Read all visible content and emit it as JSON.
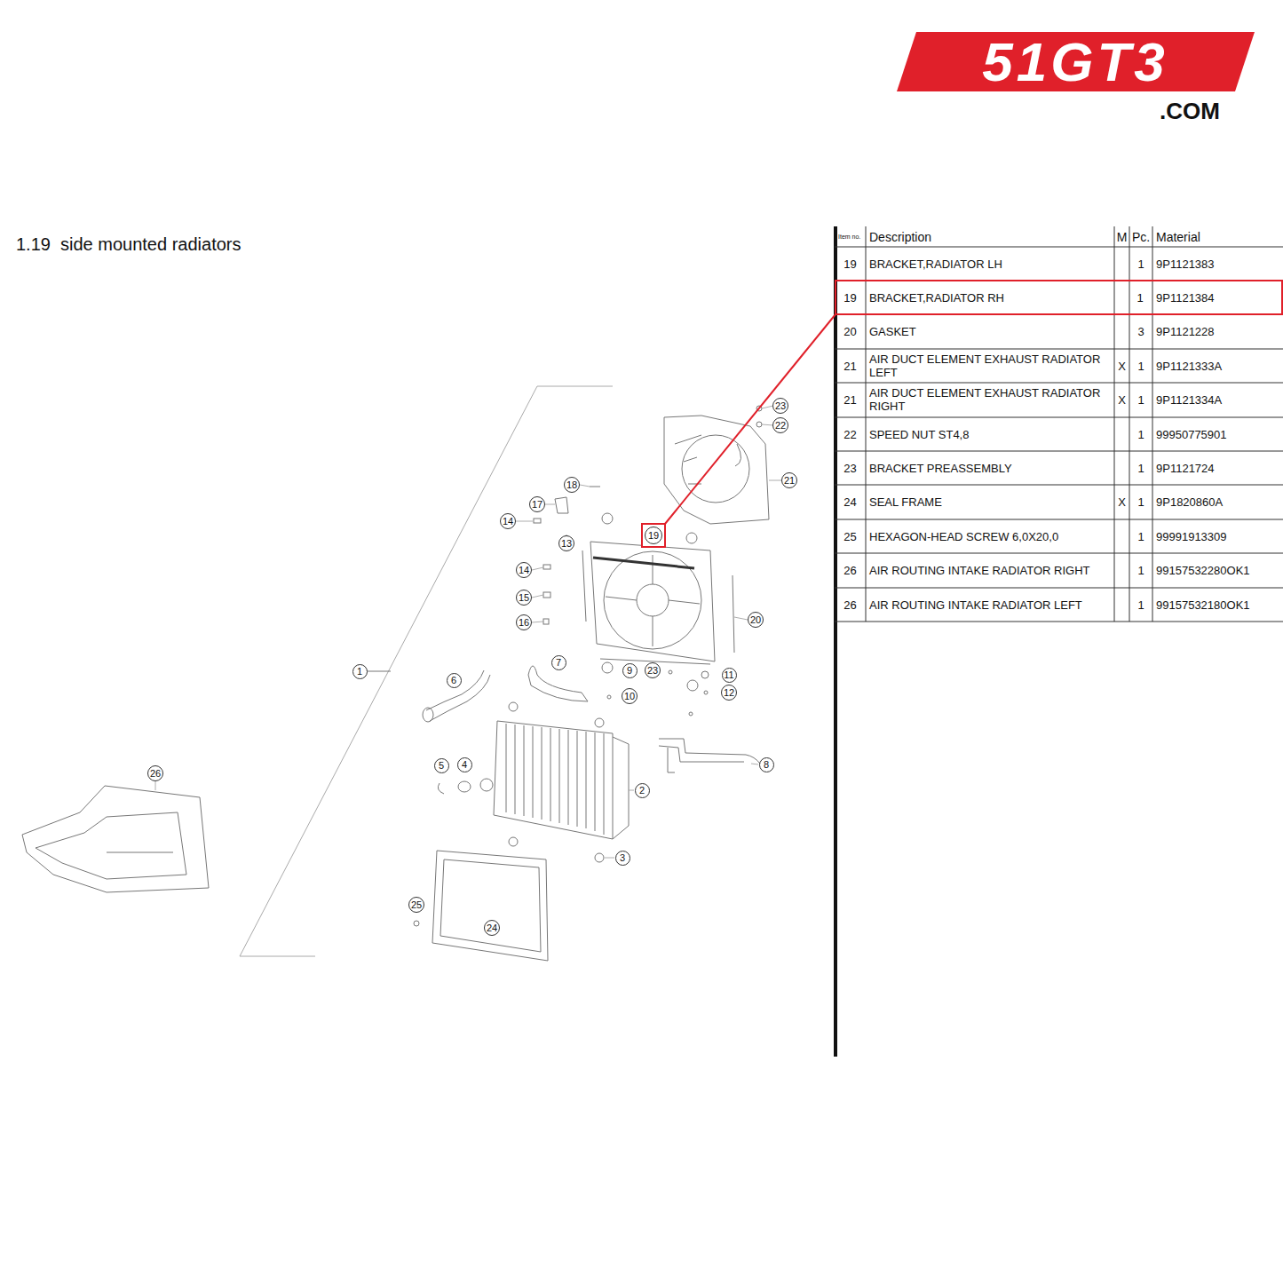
{
  "diagram": {
    "title": "1.19  side mounted radiators",
    "nodes": [
      {
        "text": [
          "23"
        ]
      },
      {
        "text": [
          "22"
        ]
      },
      {
        "text": [
          "21"
        ]
      },
      {
        "text": [
          "18"
        ]
      },
      {
        "text": [
          "17"
        ]
      },
      {
        "text": [
          "14"
        ]
      },
      {
        "text": [
          "19"
        ]
      },
      {
        "text": [
          "13"
        ]
      },
      {
        "text": [
          "14"
        ]
      },
      {
        "text": [
          "15"
        ]
      },
      {
        "text": [
          "20"
        ]
      },
      {
        "text": [
          "16"
        ]
      },
      {
        "text": [
          "7"
        ]
      },
      {
        "text": [
          "9"
        ]
      },
      {
        "text": [
          "23"
        ]
      },
      {
        "text": [
          "1"
        ]
      },
      {
        "text": [
          "11"
        ]
      },
      {
        "text": [
          "6"
        ]
      },
      {
        "text": [
          "12"
        ]
      },
      {
        "text": [
          "10"
        ]
      },
      {
        "text": [
          "4"
        ]
      },
      {
        "text": [
          "8"
        ]
      },
      {
        "text": [
          "5"
        ]
      },
      {
        "text": [
          "26"
        ]
      },
      {
        "text": [
          "2"
        ]
      },
      {
        "text": [
          "3"
        ]
      },
      {
        "text": [
          "25"
        ]
      },
      {
        "text": [
          "24"
        ]
      },
      {
        "text": [
          "19",
          "BRACKET,RADIATOR RH",
          "1",
          "9P1121384"
        ]
      }
    ],
    "edges": [
      {
        "from": 6,
        "to": 28,
        "arrow": "none"
      }
    ],
    "labels": [
      "51GT3",
      ".COM",
      "Item no.",
      "Description",
      "M",
      "Pc.",
      "Material",
      "19",
      "BRACKET,RADIATOR LH",
      "1",
      "9P1121383",
      "20",
      "GASKET",
      "3",
      "9P1121228",
      "21",
      "AIR DUCT ELEMENT EXHAUST RADIATOR LEFT",
      "X",
      "1",
      "9P1121333A",
      "21",
      "AIR DUCT ELEMENT EXHAUST RADIATOR RIGHT",
      "X",
      "1",
      "9P1121334A",
      "22",
      "SPEED NUT ST4,8",
      "1",
      "99950775901",
      "23",
      "BRACKET PREASSEMBLY",
      "1",
      "9P1121724",
      "24",
      "SEAL FRAME",
      "X",
      "1",
      "9P1820860A",
      "25",
      "HEXAGON-HEAD SCREW 6,0X20,0",
      "1",
      "99991913309",
      "26",
      "AIR ROUTING INTAKE RADIATOR RIGHT",
      "1",
      "99157532280OK1",
      "26",
      "AIR ROUTING INTAKE RADIATOR LEFT",
      "1",
      "99157532180OK1"
    ]
  }
}
